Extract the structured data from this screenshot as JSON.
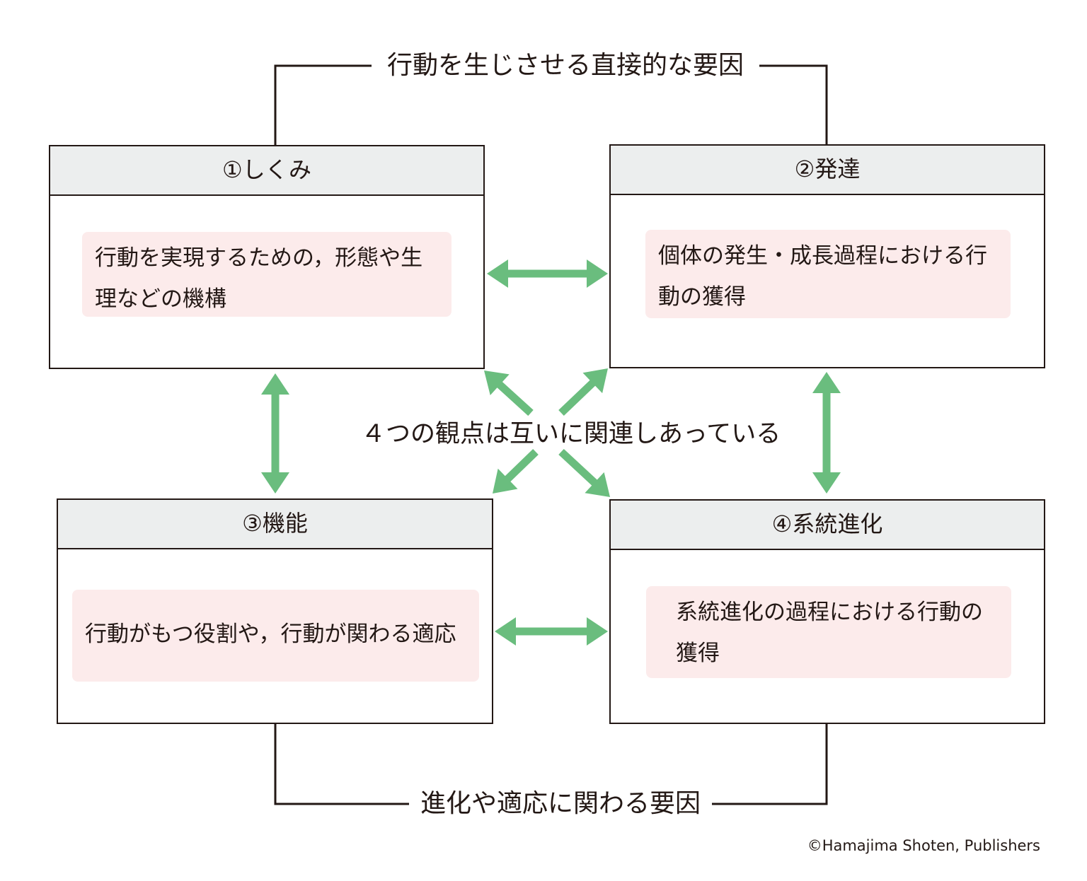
{
  "top_label": "行動を生じさせる直接的な要因",
  "bottom_label": "進化や適応に関わる要因",
  "center_label": "４つの観点は互いに関連しあっている",
  "boxes": [
    {
      "title": "①しくみ",
      "text": "行動を実現するための，形態や生理などの機構"
    },
    {
      "title": "②発達",
      "text": "個体の発生・成長過程における行動の獲得"
    },
    {
      "title": "③機能",
      "text": "行動がもつ役割や，行動が関わる適応"
    },
    {
      "title": "④系統進化",
      "text": "系統進化の過程における行動の獲得"
    }
  ],
  "copyright": "©Hamajima Shoten, Publishers",
  "colors": {
    "line": "#231815",
    "arrow": "#6abd7e",
    "header_bg": "#eceeee",
    "desc_bg": "#fcebeb"
  }
}
